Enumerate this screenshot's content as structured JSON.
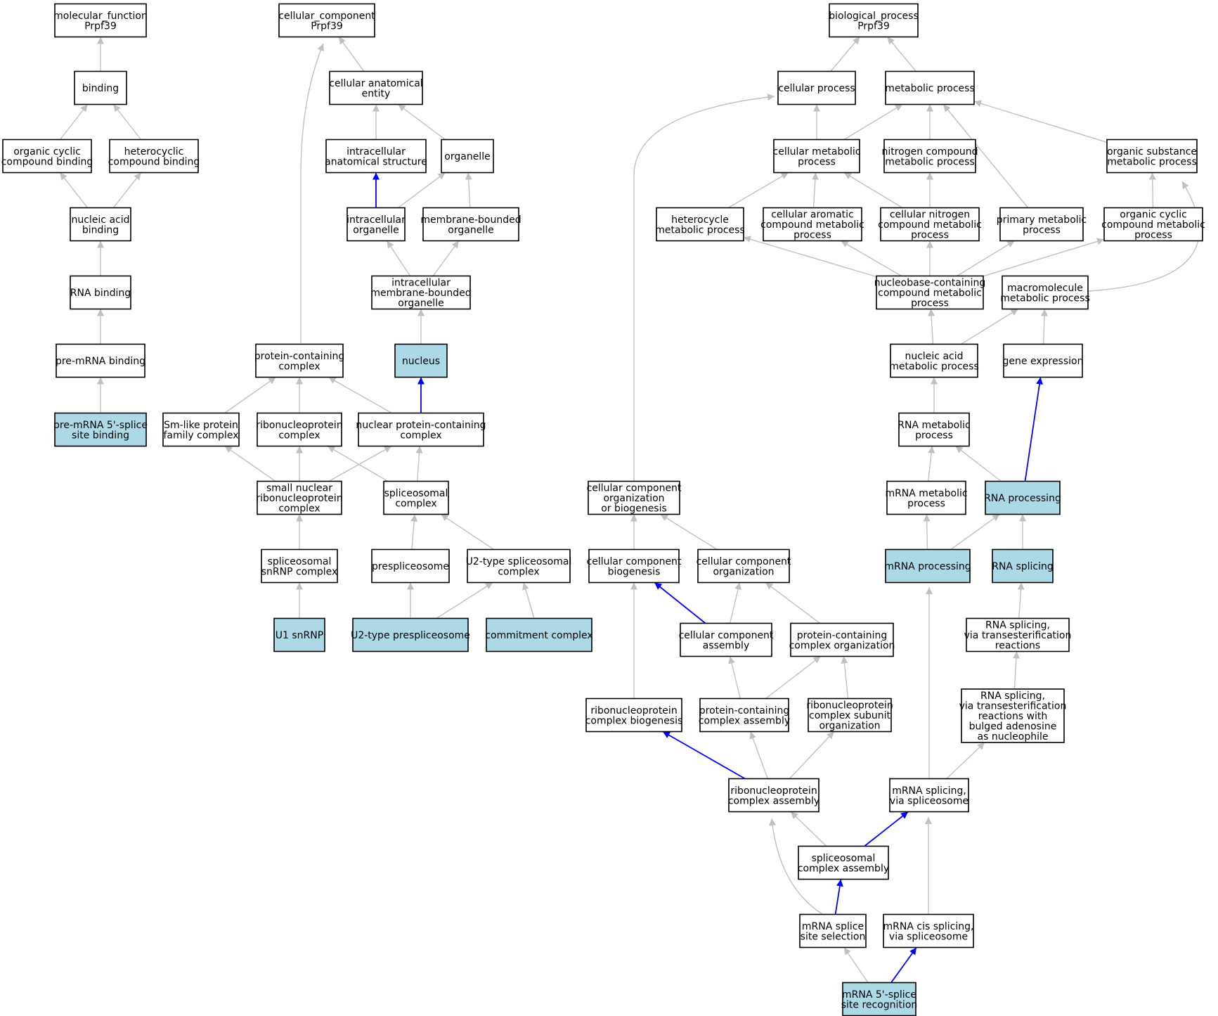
{
  "colors": {
    "default_node": "#ffffff",
    "annotated_node": "#add8e6",
    "gray_edge": "#c0c0c0",
    "blue_edge": "#0000ff",
    "border": "#000000"
  },
  "nodes": {
    "mf": {
      "lines": [
        "molecular_function",
        "Prpf39"
      ],
      "annotated": false
    },
    "binding": {
      "lines": [
        "binding"
      ],
      "annotated": false
    },
    "occb": {
      "lines": [
        "organic cyclic",
        "compound binding"
      ],
      "annotated": false
    },
    "hcb": {
      "lines": [
        "heterocyclic",
        "compound binding"
      ],
      "annotated": false
    },
    "nab": {
      "lines": [
        "nucleic acid",
        "binding"
      ],
      "annotated": false
    },
    "rnab": {
      "lines": [
        "RNA binding"
      ],
      "annotated": false
    },
    "premrnab": {
      "lines": [
        "pre-mRNA binding"
      ],
      "annotated": false
    },
    "pre5": {
      "lines": [
        "pre-mRNA 5'-splice",
        "site binding"
      ],
      "annotated": true
    },
    "cc": {
      "lines": [
        "cellular_component",
        "Prpf39"
      ],
      "annotated": false
    },
    "cae": {
      "lines": [
        "cellular anatomical",
        "entity"
      ],
      "annotated": false
    },
    "ias": {
      "lines": [
        "intracellular",
        "anatomical structure"
      ],
      "annotated": false
    },
    "organelle": {
      "lines": [
        "organelle"
      ],
      "annotated": false
    },
    "io": {
      "lines": [
        "intracellular",
        "organelle"
      ],
      "annotated": false
    },
    "mbo": {
      "lines": [
        "membrane-bounded",
        "organelle"
      ],
      "annotated": false
    },
    "imbo": {
      "lines": [
        "intracellular",
        "membrane-bounded",
        "organelle"
      ],
      "annotated": false
    },
    "nucleus": {
      "lines": [
        "nucleus"
      ],
      "annotated": true
    },
    "pcc": {
      "lines": [
        "protein-containing",
        "complex"
      ],
      "annotated": false
    },
    "sml": {
      "lines": [
        "Sm-like protein",
        "family complex"
      ],
      "annotated": false
    },
    "rnpc": {
      "lines": [
        "ribonucleoprotein",
        "complex"
      ],
      "annotated": false
    },
    "npcc": {
      "lines": [
        "nuclear protein-containing",
        "complex"
      ],
      "annotated": false
    },
    "snrnpc": {
      "lines": [
        "small nuclear",
        "ribonucleoprotein",
        "complex"
      ],
      "annotated": false
    },
    "spc": {
      "lines": [
        "spliceosomal",
        "complex"
      ],
      "annotated": false
    },
    "ssnrnp": {
      "lines": [
        "spliceosomal",
        "snRNP complex"
      ],
      "annotated": false
    },
    "presp": {
      "lines": [
        "prespliceosome"
      ],
      "annotated": false
    },
    "u2sc": {
      "lines": [
        "U2-type spliceosomal",
        "complex"
      ],
      "annotated": false
    },
    "u1": {
      "lines": [
        "U1 snRNP"
      ],
      "annotated": true
    },
    "u2pre": {
      "lines": [
        "U2-type prespliceosome"
      ],
      "annotated": true
    },
    "commit": {
      "lines": [
        "commitment complex"
      ],
      "annotated": true
    },
    "bp": {
      "lines": [
        "biological_process",
        "Prpf39"
      ],
      "annotated": false
    },
    "cp": {
      "lines": [
        "cellular process"
      ],
      "annotated": false
    },
    "mp": {
      "lines": [
        "metabolic process"
      ],
      "annotated": false
    },
    "cmp": {
      "lines": [
        "cellular metabolic",
        "process"
      ],
      "annotated": false
    },
    "ncmp": {
      "lines": [
        "nitrogen compound",
        "metabolic process"
      ],
      "annotated": false
    },
    "osmp": {
      "lines": [
        "organic substance",
        "metabolic process"
      ],
      "annotated": false
    },
    "hmp": {
      "lines": [
        "heterocycle",
        "metabolic process"
      ],
      "annotated": false
    },
    "cacmp": {
      "lines": [
        "cellular aromatic",
        "compound metabolic",
        "process"
      ],
      "annotated": false
    },
    "cncmp": {
      "lines": [
        "cellular nitrogen",
        "compound metabolic",
        "process"
      ],
      "annotated": false
    },
    "pmp": {
      "lines": [
        "primary metabolic",
        "process"
      ],
      "annotated": false
    },
    "occmp": {
      "lines": [
        "organic cyclic",
        "compound metabolic",
        "process"
      ],
      "annotated": false
    },
    "nbcmp": {
      "lines": [
        "nucleobase-containing",
        "compound metabolic",
        "process"
      ],
      "annotated": false
    },
    "mmp": {
      "lines": [
        "macromolecule",
        "metabolic process"
      ],
      "annotated": false
    },
    "namp": {
      "lines": [
        "nucleic acid",
        "metabolic process"
      ],
      "annotated": false
    },
    "ge": {
      "lines": [
        "gene expression"
      ],
      "annotated": false
    },
    "rnamp": {
      "lines": [
        "RNA metabolic",
        "process"
      ],
      "annotated": false
    },
    "mrnamp": {
      "lines": [
        "mRNA metabolic",
        "process"
      ],
      "annotated": false
    },
    "rnaproc": {
      "lines": [
        "RNA processing"
      ],
      "annotated": true
    },
    "mrnaproc": {
      "lines": [
        "mRNA processing"
      ],
      "annotated": true
    },
    "rnaspl": {
      "lines": [
        "RNA splicing"
      ],
      "annotated": true
    },
    "rnasplt": {
      "lines": [
        "RNA splicing,",
        "via transesterification",
        "reactions"
      ],
      "annotated": false
    },
    "rnasplb": {
      "lines": [
        "RNA splicing,",
        "via transesterification",
        "reactions with",
        "bulged adenosine",
        "as nucleophile"
      ],
      "annotated": false
    },
    "mrnaspl": {
      "lines": [
        "mRNA splicing,",
        "via spliceosome"
      ],
      "annotated": false
    },
    "ccob": {
      "lines": [
        "cellular component",
        "organization",
        "or biogenesis"
      ],
      "annotated": false
    },
    "ccb": {
      "lines": [
        "cellular component",
        "biogenesis"
      ],
      "annotated": false
    },
    "cco": {
      "lines": [
        "cellular component",
        "organization"
      ],
      "annotated": false
    },
    "cca": {
      "lines": [
        "cellular component",
        "assembly"
      ],
      "annotated": false
    },
    "pcco": {
      "lines": [
        "protein-containing",
        "complex organization"
      ],
      "annotated": false
    },
    "rnpcb": {
      "lines": [
        "ribonucleoprotein",
        "complex biogenesis"
      ],
      "annotated": false
    },
    "pcca": {
      "lines": [
        "protein-containing",
        "complex assembly"
      ],
      "annotated": false
    },
    "rnpcso": {
      "lines": [
        "ribonucleoprotein",
        "complex subunit",
        "organization"
      ],
      "annotated": false
    },
    "rnpca": {
      "lines": [
        "ribonucleoprotein",
        "complex assembly"
      ],
      "annotated": false
    },
    "spca": {
      "lines": [
        "spliceosomal",
        "complex assembly"
      ],
      "annotated": false
    },
    "mss": {
      "lines": [
        "mRNA splice",
        "site selection"
      ],
      "annotated": false
    },
    "mcis": {
      "lines": [
        "mRNA cis splicing,",
        "via spliceosome"
      ],
      "annotated": false
    },
    "m5": {
      "lines": [
        "mRNA 5'-splice",
        "site recognition"
      ],
      "annotated": true
    }
  },
  "edges": [
    [
      "binding",
      "mf",
      "gray"
    ],
    [
      "occb",
      "binding",
      "gray"
    ],
    [
      "hcb",
      "binding",
      "gray"
    ],
    [
      "nab",
      "occb",
      "gray"
    ],
    [
      "nab",
      "hcb",
      "gray"
    ],
    [
      "rnab",
      "nab",
      "gray"
    ],
    [
      "premrnab",
      "rnab",
      "gray"
    ],
    [
      "pre5",
      "premrnab",
      "gray"
    ],
    [
      "cae",
      "cc",
      "gray"
    ],
    [
      "pcc",
      "cc",
      "gray"
    ],
    [
      "ias",
      "cae",
      "gray"
    ],
    [
      "organelle",
      "cae",
      "gray"
    ],
    [
      "io",
      "ias",
      "blue"
    ],
    [
      "io",
      "organelle",
      "gray"
    ],
    [
      "mbo",
      "organelle",
      "gray"
    ],
    [
      "imbo",
      "io",
      "gray"
    ],
    [
      "imbo",
      "mbo",
      "gray"
    ],
    [
      "nucleus",
      "imbo",
      "gray"
    ],
    [
      "npcc",
      "nucleus",
      "blue"
    ],
    [
      "sml",
      "pcc",
      "gray"
    ],
    [
      "rnpc",
      "pcc",
      "gray"
    ],
    [
      "npcc",
      "pcc",
      "gray"
    ],
    [
      "snrnpc",
      "sml",
      "gray"
    ],
    [
      "snrnpc",
      "rnpc",
      "gray"
    ],
    [
      "snrnpc",
      "npcc",
      "gray"
    ],
    [
      "spc",
      "rnpc",
      "gray"
    ],
    [
      "spc",
      "npcc",
      "gray"
    ],
    [
      "ssnrnp",
      "snrnpc",
      "gray"
    ],
    [
      "presp",
      "spc",
      "gray"
    ],
    [
      "u2sc",
      "spc",
      "gray"
    ],
    [
      "u1",
      "ssnrnp",
      "gray"
    ],
    [
      "u2pre",
      "presp",
      "gray"
    ],
    [
      "u2pre",
      "u2sc",
      "gray"
    ],
    [
      "commit",
      "u2sc",
      "gray"
    ],
    [
      "cp",
      "bp",
      "gray"
    ],
    [
      "mp",
      "bp",
      "gray"
    ],
    [
      "cmp",
      "cp",
      "gray"
    ],
    [
      "cmp",
      "mp",
      "gray"
    ],
    [
      "ncmp",
      "mp",
      "gray"
    ],
    [
      "osmp",
      "mp",
      "gray"
    ],
    [
      "pmp",
      "mp",
      "gray"
    ],
    [
      "ccob",
      "cp",
      "gray"
    ],
    [
      "hmp",
      "cmp",
      "gray"
    ],
    [
      "cacmp",
      "cmp",
      "gray"
    ],
    [
      "cncmp",
      "cmp",
      "gray"
    ],
    [
      "cncmp",
      "ncmp",
      "gray"
    ],
    [
      "occmp",
      "osmp",
      "gray"
    ],
    [
      "mmp",
      "osmp",
      "gray"
    ],
    [
      "nbcmp",
      "hmp",
      "gray"
    ],
    [
      "nbcmp",
      "cacmp",
      "gray"
    ],
    [
      "nbcmp",
      "cncmp",
      "gray"
    ],
    [
      "nbcmp",
      "pmp",
      "gray"
    ],
    [
      "nbcmp",
      "occmp",
      "gray"
    ],
    [
      "namp",
      "nbcmp",
      "gray"
    ],
    [
      "namp",
      "mmp",
      "gray"
    ],
    [
      "ge",
      "mmp",
      "gray"
    ],
    [
      "rnamp",
      "namp",
      "gray"
    ],
    [
      "mrnamp",
      "rnamp",
      "gray"
    ],
    [
      "rnaproc",
      "rnamp",
      "gray"
    ],
    [
      "rnaproc",
      "ge",
      "blue"
    ],
    [
      "mrnaproc",
      "mrnamp",
      "gray"
    ],
    [
      "mrnaproc",
      "rnaproc",
      "gray"
    ],
    [
      "rnaspl",
      "rnaproc",
      "gray"
    ],
    [
      "rnasplt",
      "rnaspl",
      "gray"
    ],
    [
      "rnasplb",
      "rnasplt",
      "gray"
    ],
    [
      "mrnaspl",
      "rnasplb",
      "gray"
    ],
    [
      "mrnaspl",
      "mrnaproc",
      "gray"
    ],
    [
      "ccb",
      "ccob",
      "gray"
    ],
    [
      "cco",
      "ccob",
      "gray"
    ],
    [
      "cca",
      "ccb",
      "blue"
    ],
    [
      "cca",
      "cco",
      "gray"
    ],
    [
      "pcco",
      "cco",
      "gray"
    ],
    [
      "rnpcb",
      "ccb",
      "gray"
    ],
    [
      "pcca",
      "cca",
      "gray"
    ],
    [
      "pcca",
      "pcco",
      "gray"
    ],
    [
      "rnpcso",
      "pcco",
      "gray"
    ],
    [
      "rnpca",
      "rnpcb",
      "blue"
    ],
    [
      "rnpca",
      "pcca",
      "gray"
    ],
    [
      "rnpca",
      "rnpcso",
      "gray"
    ],
    [
      "spca",
      "rnpca",
      "gray"
    ],
    [
      "spca",
      "mrnaspl",
      "blue"
    ],
    [
      "mss",
      "spca",
      "blue"
    ],
    [
      "mss",
      "rnpca",
      "gray"
    ],
    [
      "mcis",
      "mrnaspl",
      "gray"
    ],
    [
      "m5",
      "mss",
      "gray"
    ],
    [
      "m5",
      "mcis",
      "blue"
    ]
  ]
}
